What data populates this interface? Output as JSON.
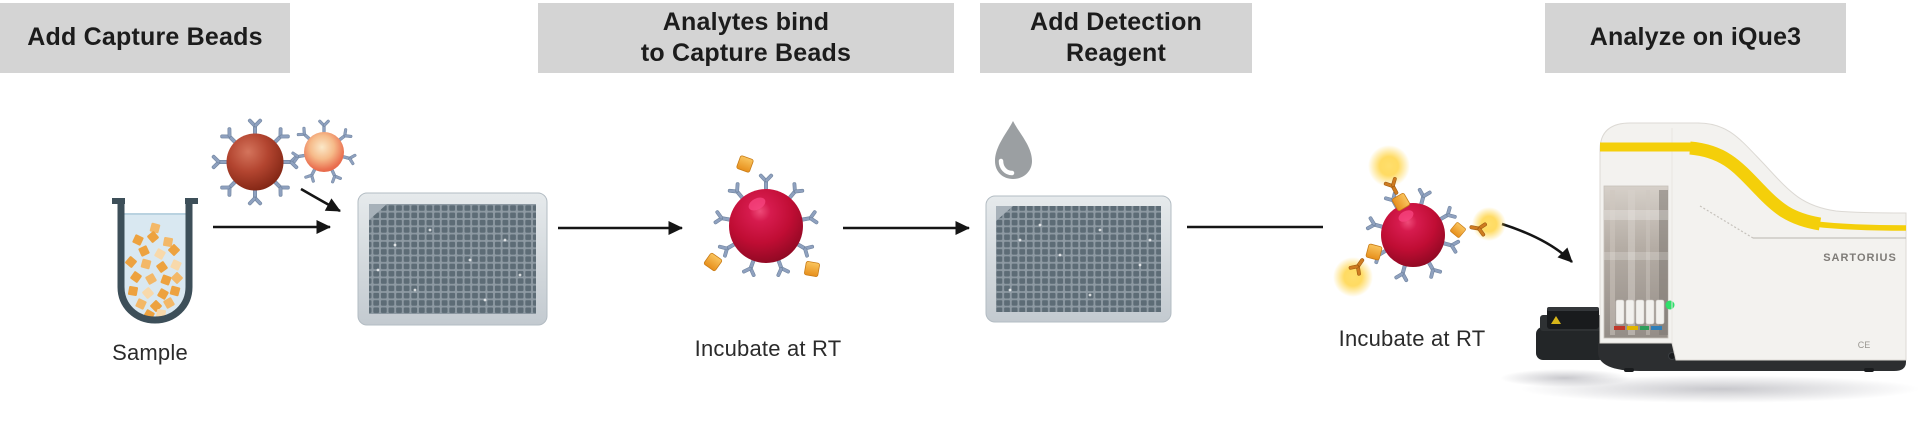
{
  "diagram": {
    "steps": [
      {
        "label": "Add Capture Beads"
      },
      {
        "label": "Analytes bind\nto Capture Beads"
      },
      {
        "label": "Add Detection Reagent"
      },
      {
        "label": "Analyze on iQue3"
      }
    ],
    "captions": {
      "sample": "Sample",
      "incubate_step2": "Incubate at RT",
      "incubate_step4": "Incubate at RT"
    },
    "instrument": {
      "brand_label": "SARTORIUS",
      "mark_label": "CE"
    },
    "colors": {
      "header_bg": "#d4d4d4",
      "header_text": "#1c1c1c",
      "capture_bead_red": "#b24430",
      "assay_bead_crimson": "#c00d34",
      "analyte_orange": "#f0a032",
      "antibody_blue": "#8fa1bf",
      "droplet_gray": "#9b9fa2",
      "plate_slate": "#5d6c76",
      "accent_yellow": "#f4cf0a",
      "arrow_black": "#151515"
    }
  }
}
